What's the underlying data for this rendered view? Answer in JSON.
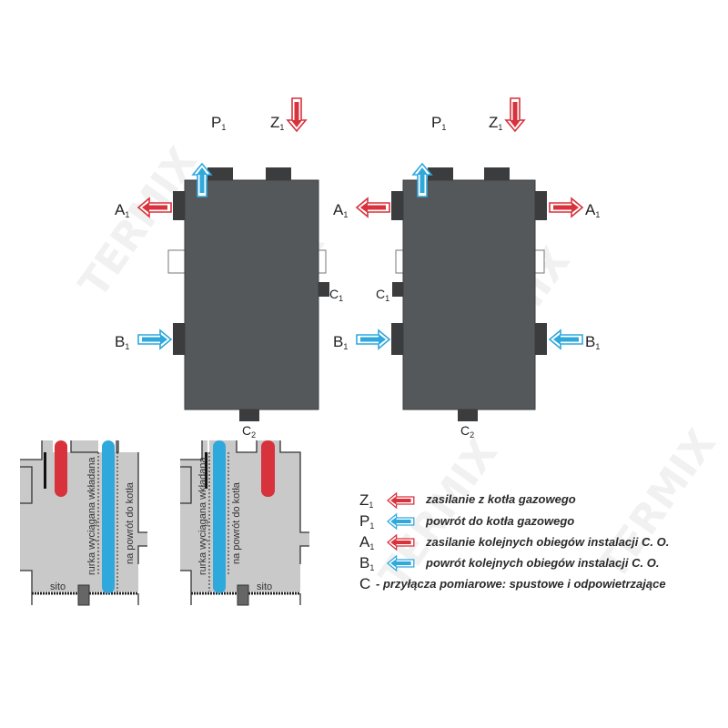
{
  "watermark": "TERMIX",
  "colors": {
    "supply": "#d8323c",
    "return": "#2fa8dc",
    "body": "#55585a",
    "pipe": "#3a3c3e",
    "section": "#c9c9c9"
  },
  "labels": {
    "P": "P",
    "Z": "Z",
    "A": "A",
    "B": "B",
    "C": "C",
    "sub1": "1",
    "sub2": "2"
  },
  "section": {
    "tube_label": "rurka wyciągana wkładana",
    "return_label": "na powrót do kotła",
    "sieve_label": "sito"
  },
  "legend": [
    {
      "symbol": "Z",
      "sub": "1",
      "arrow": "supply",
      "text": "zasilanie z kotła gazowego"
    },
    {
      "symbol": "P",
      "sub": "1",
      "arrow": "return",
      "text": "powrót do kotła gazowego"
    },
    {
      "symbol": "A",
      "sub": "1",
      "arrow": "supply",
      "text": "zasilanie kolejnych obiegów instalacji C. O."
    },
    {
      "symbol": "B",
      "sub": "1",
      "arrow": "return",
      "text": "powrót  kolejnych obiegów instalacji C. O."
    },
    {
      "symbol": "C",
      "text": "- przyłącza pomiarowe: spustowe i odpowietrzające"
    }
  ]
}
